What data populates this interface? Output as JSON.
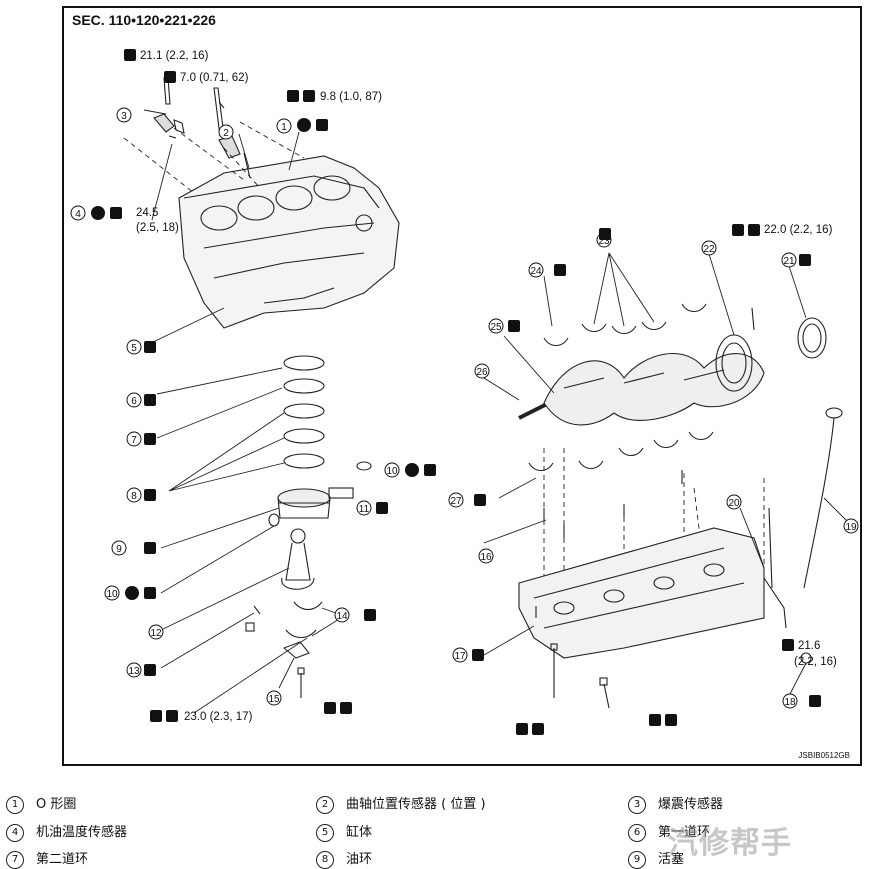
{
  "section_title": "SEC. 110•120•221•226",
  "diagram_code": "JSBIB0512GB",
  "torques": {
    "t1": "21.1 (2.2, 16)",
    "t2": "7.0 (0.71, 62)",
    "t3": "9.8 (1.0, 87)",
    "t4a": "24.5",
    "t4b": "(2.5, 18)",
    "t5": "22.0 (2.2, 16)",
    "t6a": "21.6",
    "t6b": "(2.2, 16)",
    "t7": "23.0 (2.3, 17)"
  },
  "callouts": [
    "1",
    "2",
    "3",
    "4",
    "5",
    "6",
    "7",
    "8",
    "9",
    "10",
    "11",
    "12",
    "13",
    "14",
    "15",
    "16",
    "17",
    "18",
    "19",
    "20",
    "21",
    "22",
    "23",
    "24",
    "25",
    "26",
    "27"
  ],
  "legend": [
    {
      "num": "1",
      "label": "O 形圈"
    },
    {
      "num": "2",
      "label": "曲轴位置传感器 ( 位置 )"
    },
    {
      "num": "3",
      "label": "爆震传感器"
    },
    {
      "num": "4",
      "label": "机油温度传感器"
    },
    {
      "num": "5",
      "label": "缸体"
    },
    {
      "num": "6",
      "label": "第一道环"
    },
    {
      "num": "7",
      "label": "第二道环"
    },
    {
      "num": "8",
      "label": "油环"
    },
    {
      "num": "9",
      "label": "活塞"
    }
  ],
  "watermark": "汽修帮手"
}
